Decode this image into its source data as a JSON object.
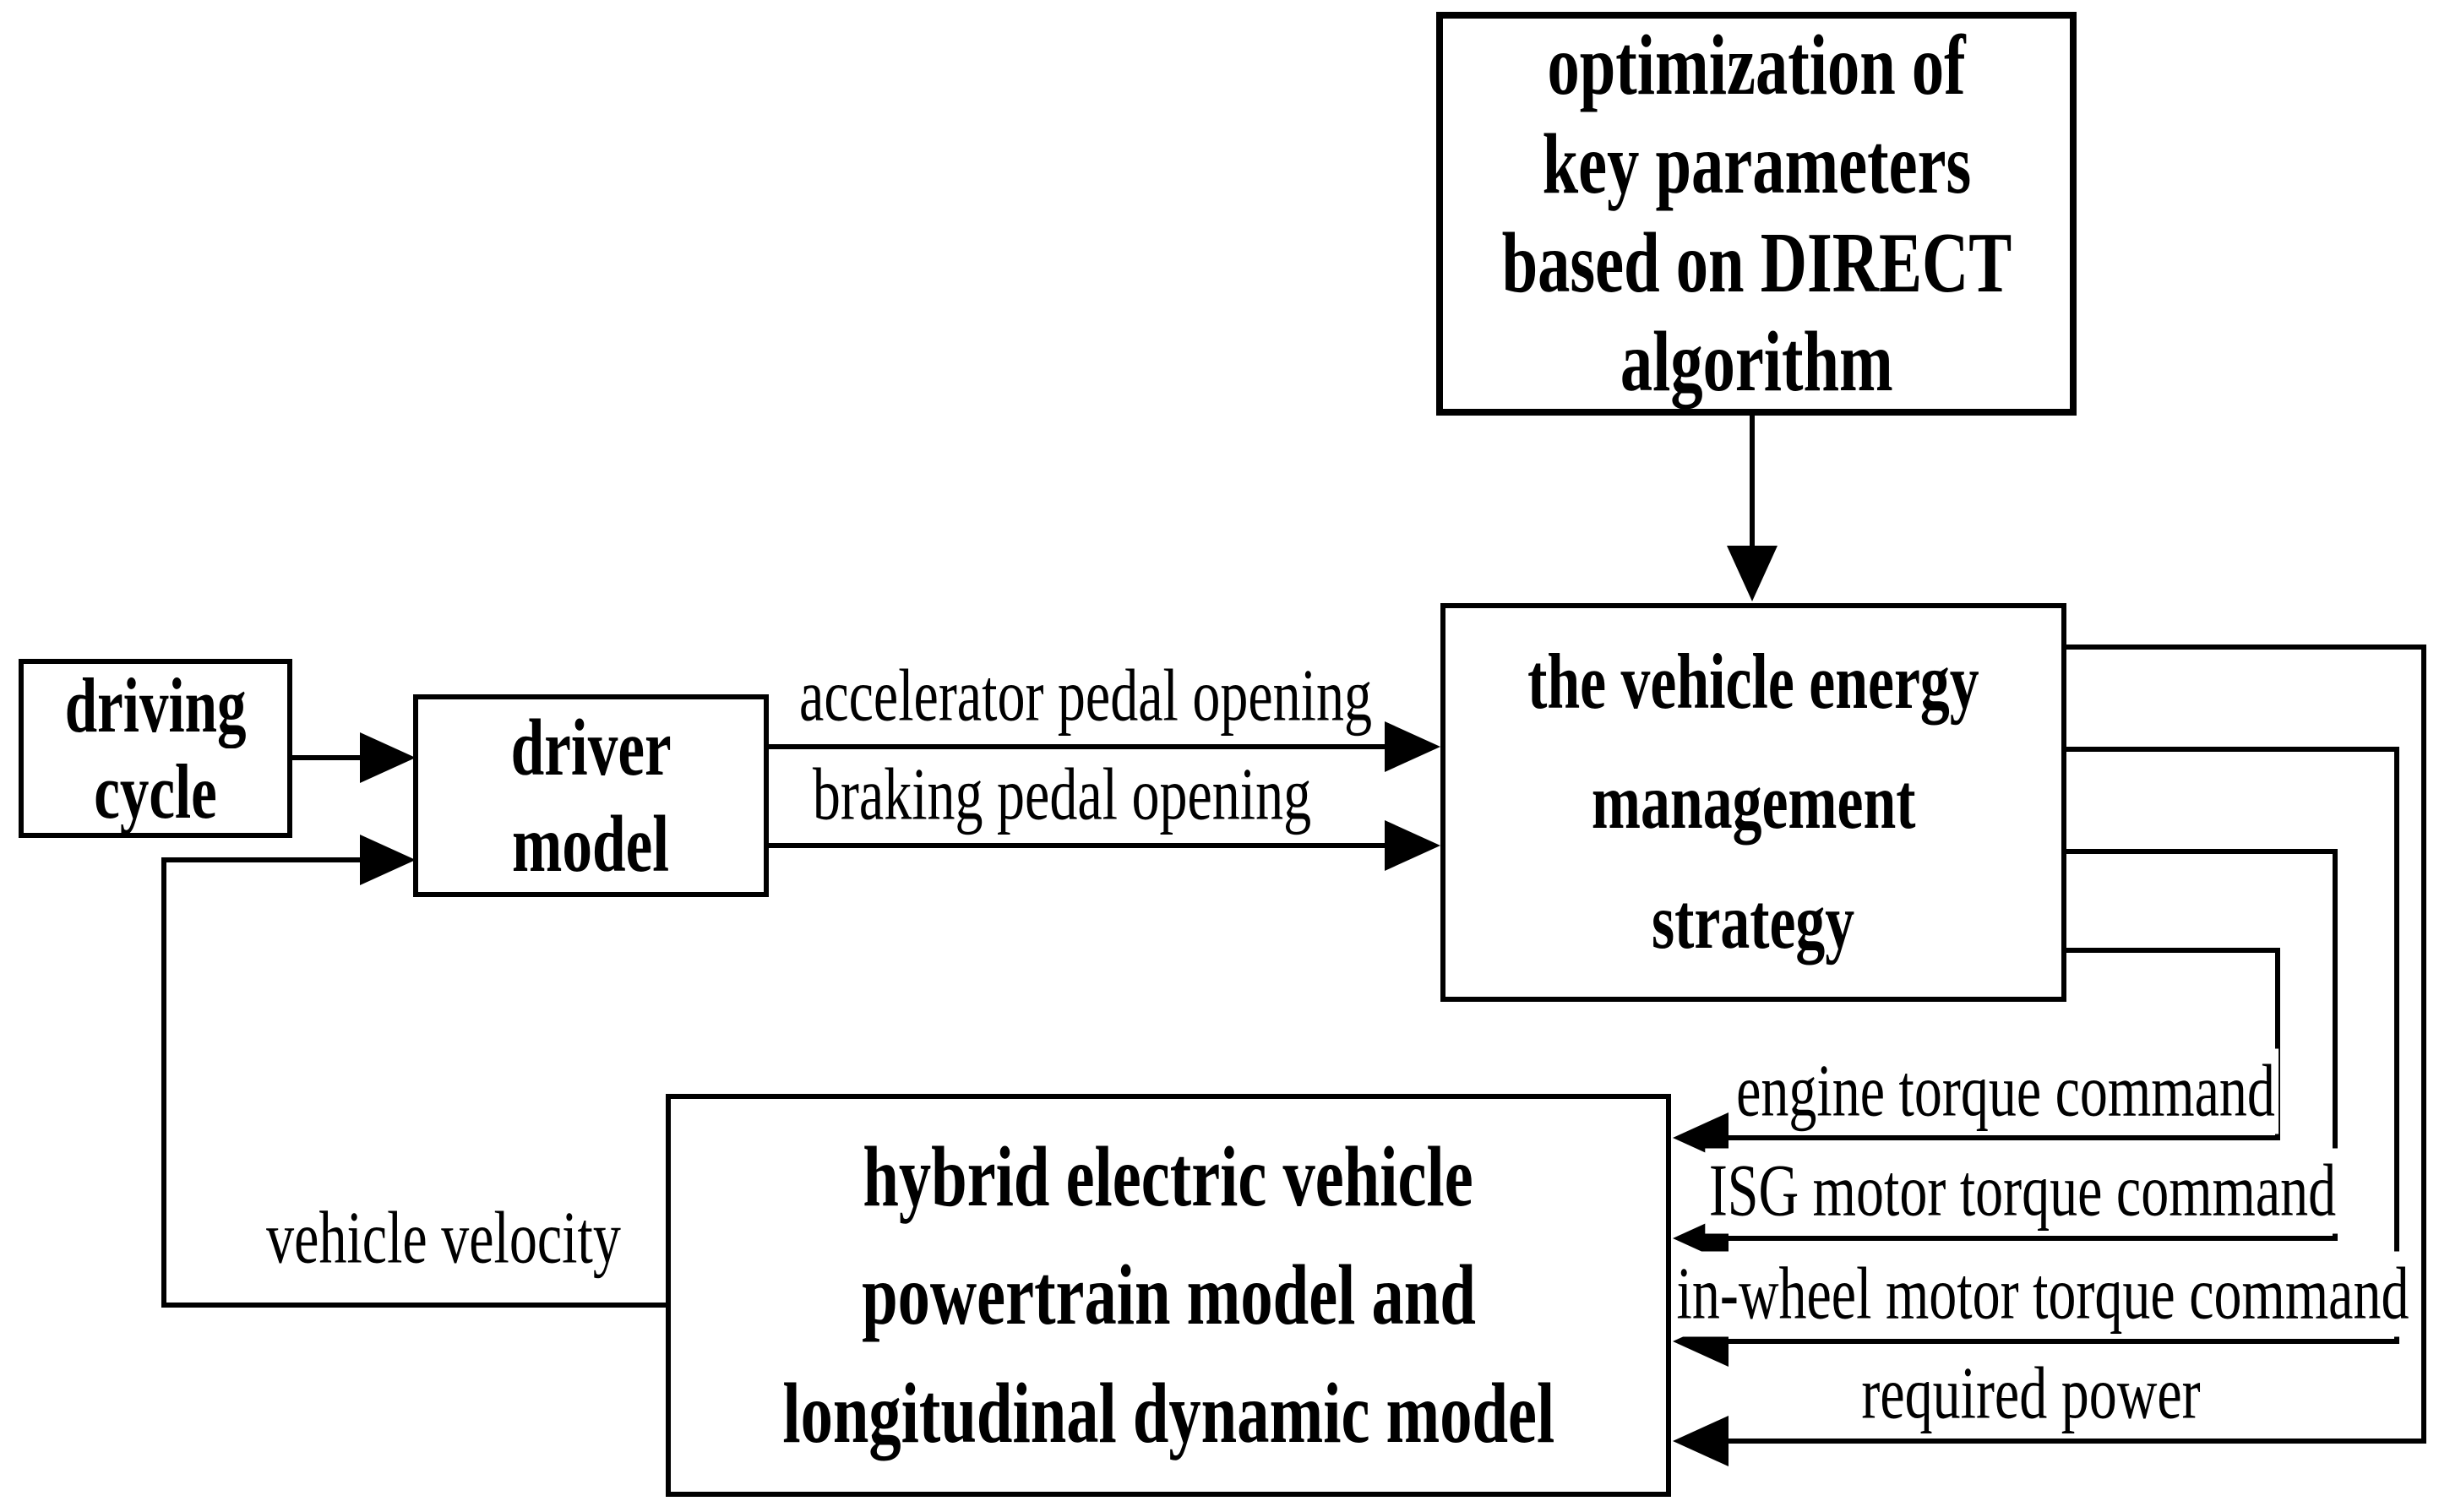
{
  "diagram": {
    "background": "#ffffff",
    "line_color": "#000000",
    "boxes": {
      "optimization": {
        "lines": [
          "optimization of",
          "key parameters",
          "based on DIRECT",
          "algorithm"
        ]
      },
      "driving_cycle": {
        "lines": [
          "driving",
          "cycle"
        ]
      },
      "driver_model": {
        "lines": [
          "driver",
          "model"
        ]
      },
      "energy_strategy": {
        "lines": [
          "the vehicle energy",
          "management",
          "strategy"
        ]
      },
      "powertrain_model": {
        "lines": [
          "hybrid electric vehicle",
          "powertrain model and",
          "longitudinal dynamic model"
        ]
      }
    },
    "edge_labels": {
      "accelerator": "accelerator pedal opening",
      "braking": "braking pedal opening",
      "vehicle_velocity": "vehicle velocity",
      "engine_torque": "engine torque command",
      "isg_torque": "ISG motor torque command",
      "inwheel_torque": "in-wheel motor torque command",
      "required_power": "required power"
    }
  }
}
